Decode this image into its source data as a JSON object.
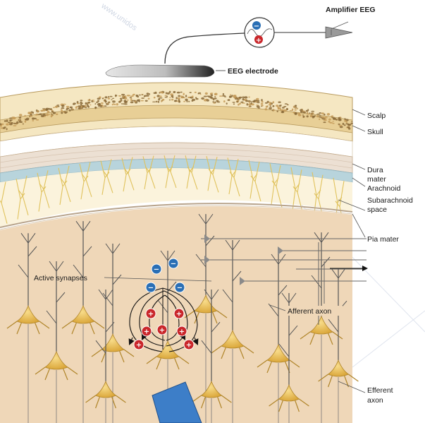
{
  "labels": {
    "amplifier": "Amplifier EEG",
    "electrode": "EEG electrode",
    "scalp": "Scalp",
    "skull": "Skull",
    "dura_1": "Dura",
    "dura_2": "mater",
    "arachnoid": "Arachnoid",
    "subarachnoid_1": "Subarachnoid",
    "subarachnoid_2": "space",
    "pia": "Pia mater",
    "active_synapses": "Active synapses",
    "afferent": "Afferent axon",
    "efferent_1": "Efferent",
    "efferent_2": "axon"
  },
  "charges": {
    "negative": "−",
    "positive": "+"
  },
  "watermark": {
    "text": "www.unidos"
  },
  "colors": {
    "scalp": "#f5e7c2",
    "skull_band": "#e8cf96",
    "skull_speckle": "#8a6a3a",
    "dura": "#e8d9c8",
    "arachnoid": "#b8d4dc",
    "subarachnoid": "#fbf3dc",
    "trabeculae": "#e0c25c",
    "cortex": "#efd7b8",
    "neuron_body": "#e8b94c",
    "neuron_edge": "#b0852a",
    "neg": "#2a6fb5",
    "pos": "#c9262a",
    "overlay_shape": "#3d7ec8"
  }
}
